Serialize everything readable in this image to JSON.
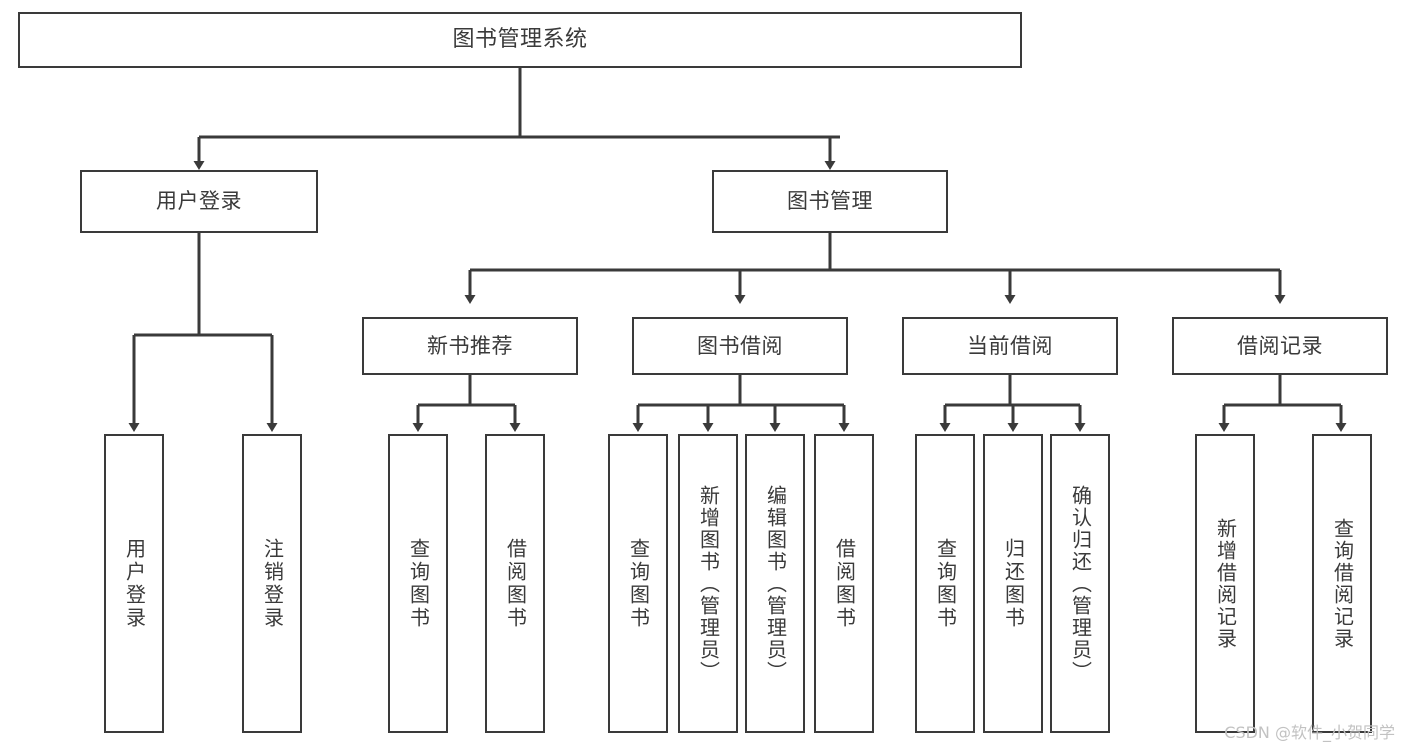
{
  "diagram": {
    "type": "tree-hierarchy-chart",
    "title": "图书管理系统",
    "orientation": "top-down",
    "colors": {
      "node_border": "#3a3a3a",
      "node_fill": "#ffffff",
      "edge": "#3a3a3a",
      "text": "#3a3a3a",
      "watermark": "#c2c2c2",
      "background": "#ffffff"
    },
    "nodes": {
      "root": {
        "label": "图书管理系统"
      },
      "level2": [
        {
          "id": "user-login",
          "label": "用户登录"
        },
        {
          "id": "book-management",
          "label": "图书管理"
        }
      ],
      "level3": [
        {
          "id": "new-book-recommend",
          "label": "新书推荐"
        },
        {
          "id": "book-borrow",
          "label": "图书借阅"
        },
        {
          "id": "current-borrow",
          "label": "当前借阅"
        },
        {
          "id": "borrow-record",
          "label": "借阅记录"
        }
      ],
      "leaves": {
        "user-login": [
          {
            "id": "leaf-user-login",
            "label": "用户登录"
          },
          {
            "id": "leaf-logout-login",
            "label": "注销登录"
          }
        ],
        "new-book-recommend": [
          {
            "id": "leaf-query-book-1",
            "label": "查询图书"
          },
          {
            "id": "leaf-borrow-book-1",
            "label": "借阅图书"
          }
        ],
        "book-borrow": [
          {
            "id": "leaf-query-book-2",
            "label": "查询图书"
          },
          {
            "id": "leaf-add-book",
            "label": "新增图书（管理员）"
          },
          {
            "id": "leaf-edit-book",
            "label": "编辑图书（管理员）"
          },
          {
            "id": "leaf-borrow-book-2",
            "label": "借阅图书"
          }
        ],
        "current-borrow": [
          {
            "id": "leaf-query-book-3",
            "label": "查询图书"
          },
          {
            "id": "leaf-return-book",
            "label": "归还图书"
          },
          {
            "id": "leaf-confirm-return",
            "label": "确认归还（管理员）"
          }
        ],
        "borrow-record": [
          {
            "id": "leaf-add-record",
            "label": "新增借阅记录"
          },
          {
            "id": "leaf-query-record",
            "label": "查询借阅记录"
          }
        ]
      }
    }
  },
  "watermark": {
    "text": "CSDN @软件_小贺同学"
  }
}
